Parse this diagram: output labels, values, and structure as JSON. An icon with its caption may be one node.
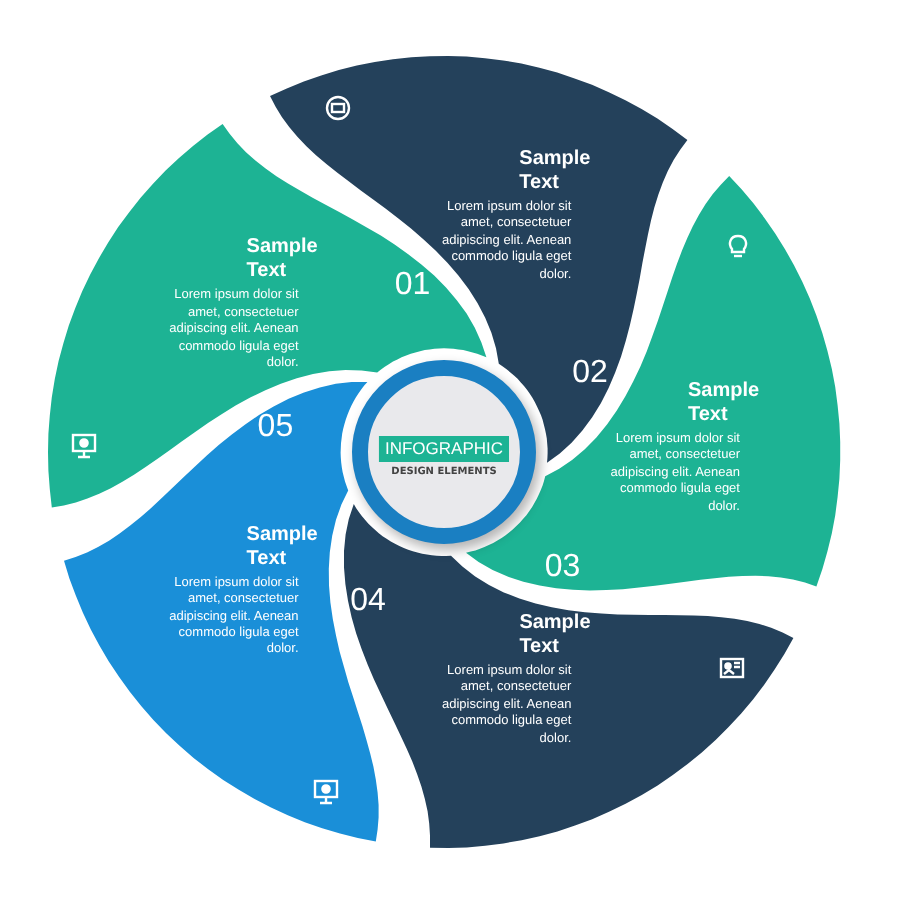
{
  "diagram": {
    "nodes": [
      {
        "text": [
          "Sample Text",
          "Lorem ipsum dolor sit amet, consectetuer adipiscing elit. Aenean commodo ligula eget dolor.",
          "01"
        ]
      },
      {
        "text": [
          "Sample Text",
          "Lorem ipsum dolor sit amet, consectetuer adipiscing elit. Aenean commodo ligula eget dolor.",
          "02"
        ]
      },
      {
        "text": [
          "Sample Text",
          "Lorem ipsum dolor sit amet, consectetuer adipiscing elit. Aenean commodo ligula eget dolor.",
          "03"
        ]
      },
      {
        "text": [
          "04",
          "Sample Text",
          "Lorem ipsum dolor sit amet, consectetuer adipiscing elit. Aenean commodo ligula eget dolor."
        ]
      },
      {
        "text": [
          "05",
          "Sample Text",
          "Lorem ipsum dolor sit amet, consectetuer adipiscing elit. Aenean commodo ligula eget dolor."
        ]
      },
      {
        "text": [
          "INFOGRAPHIC",
          "DESIGN ELEMENTS"
        ]
      }
    ]
  }
}
